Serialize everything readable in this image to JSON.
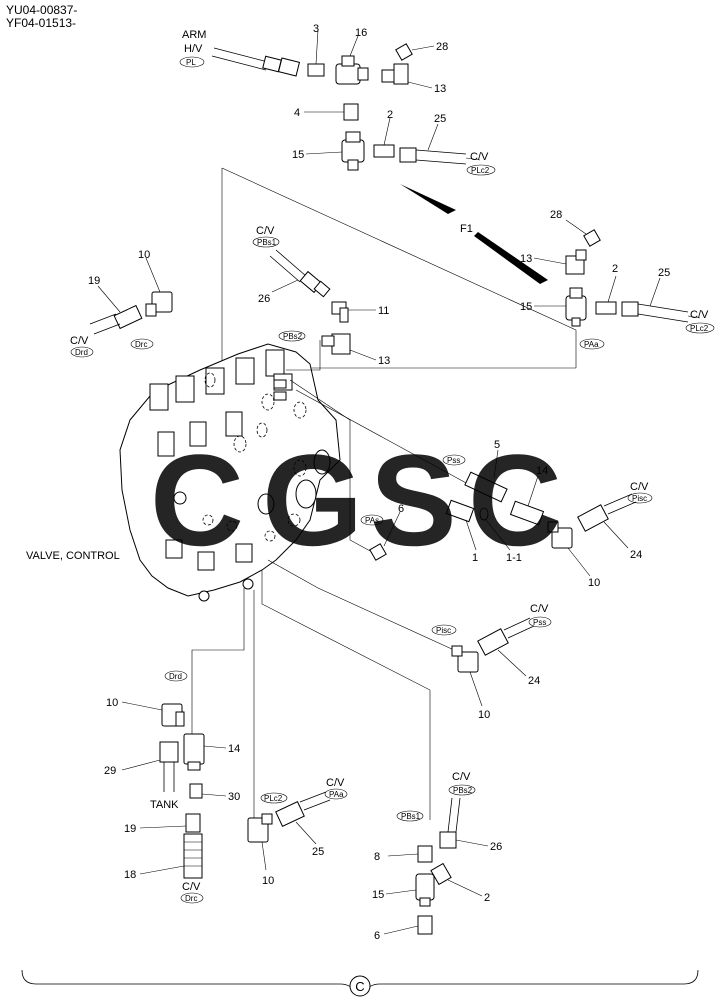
{
  "header": {
    "line1": "YU04-00837-",
    "line2": "YF04-01513-"
  },
  "labels": {
    "arm": "ARM",
    "hv": "H/V",
    "cv": "C/V",
    "tank": "TANK",
    "valve_control": "VALVE, CONTROL",
    "f1": "F1",
    "section_mark": "C"
  },
  "ports": {
    "pl": "PL",
    "plc2": "PLc2",
    "pbs1": "PBs1",
    "pbs2": "PBs2",
    "drd": "Drd",
    "drc": "Drc",
    "pas": "PAs",
    "pss": "Pss",
    "pisc": "Pisc",
    "paa": "PAa"
  },
  "numbers": {
    "n1": "1",
    "n1_1": "1-1",
    "n2": "2",
    "n3": "3",
    "n4": "4",
    "n5": "5",
    "n6": "6",
    "n8": "8",
    "n10": "10",
    "n11": "11",
    "n13": "13",
    "n14": "14",
    "n15": "15",
    "n16": "16",
    "n18": "18",
    "n19": "19",
    "n24": "24",
    "n25": "25",
    "n26": "26",
    "n28": "28",
    "n29": "29",
    "n30": "30"
  },
  "watermark": {
    "text": "CGSC",
    "colors": [
      "#5b8fe8",
      "#ee7060",
      "#f7d34c",
      "#3aa873"
    ]
  }
}
